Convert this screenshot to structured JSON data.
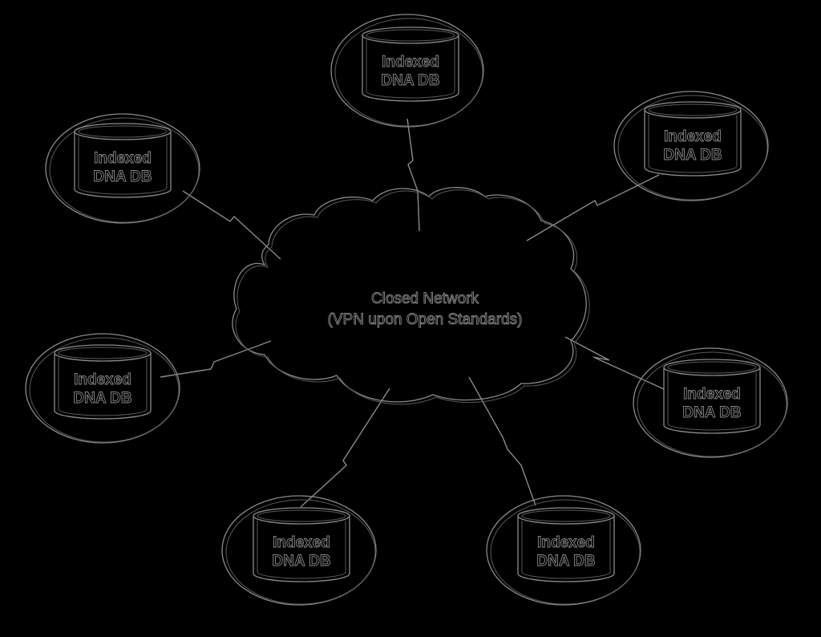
{
  "diagram": {
    "center": {
      "line1": "Closed Network",
      "line2": "(VPN upon Open Standards)"
    },
    "databases": [
      {
        "id": "top",
        "line1": "Indexed",
        "line2": "DNA DB"
      },
      {
        "id": "top-right",
        "line1": "Indexed",
        "line2": "DNA DB"
      },
      {
        "id": "right",
        "line1": "Indexed",
        "line2": "DNA DB"
      },
      {
        "id": "bottom-right",
        "line1": "Indexed",
        "line2": "DNA DB"
      },
      {
        "id": "bottom-left",
        "line1": "Indexed",
        "line2": "DNA DB"
      },
      {
        "id": "left",
        "line1": "Indexed",
        "line2": "DNA DB"
      },
      {
        "id": "top-left",
        "line1": "Indexed",
        "line2": "DNA DB"
      }
    ],
    "colors": {
      "background": "#000000",
      "outline": "#8a8a8a"
    }
  }
}
